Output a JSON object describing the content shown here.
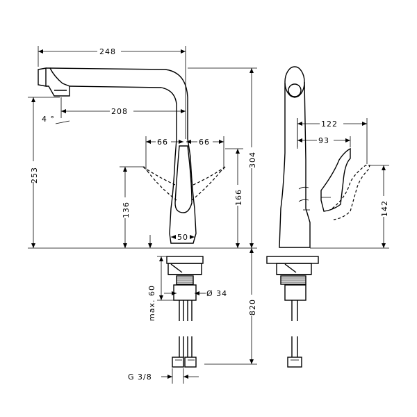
{
  "dimensions": {
    "total_reach": "248",
    "spout_reach": "208",
    "swivel_left": "66",
    "swivel_right": "66",
    "total_height": "304",
    "spout_height": "253",
    "lever_height_front": "136",
    "lever_height_side": "166",
    "base_diameter": "50",
    "side_lever_reach": "122",
    "side_reach": "93",
    "side_lever_height": "142",
    "max_thickness": "max. 60",
    "hole_diameter": "Ø 34",
    "hose_length": "820",
    "connection": "G 3/8",
    "spray_angle": "4 °"
  }
}
